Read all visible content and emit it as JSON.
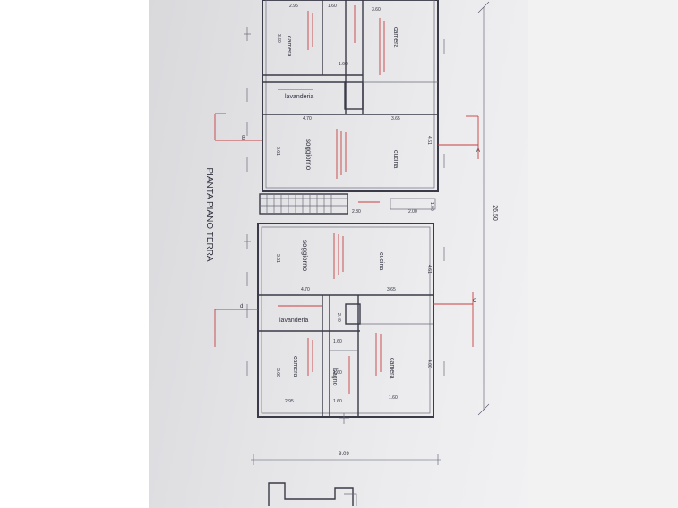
{
  "plan": {
    "title": "PIANTA PIANO TERRA",
    "total_length": "26.50",
    "total_width": "9.09",
    "upper_unit": {
      "rooms": [
        "camera",
        "camera",
        "lavanderia",
        "soggiorno",
        "cucina"
      ],
      "dims": [
        "2.95",
        "3.60",
        "1.60",
        "3.60",
        "1.60",
        "4.70",
        "3.65",
        "3.61",
        "4.61",
        "2.80",
        "2.00",
        "1.00"
      ],
      "side_letter_left": "B",
      "side_letter_right": "A"
    },
    "lower_unit": {
      "rooms": [
        "soggiorno",
        "cucina",
        "lavanderia",
        "camera",
        "bagno",
        "camera"
      ],
      "dims": [
        "4.70",
        "3.65",
        "3.61",
        "4.61",
        "1.60",
        "2.40",
        "2.95",
        "3.60",
        "1.60",
        "1.60",
        "4.00",
        "1.60"
      ],
      "side_letter_left": "d",
      "side_letter_right": "C"
    }
  }
}
